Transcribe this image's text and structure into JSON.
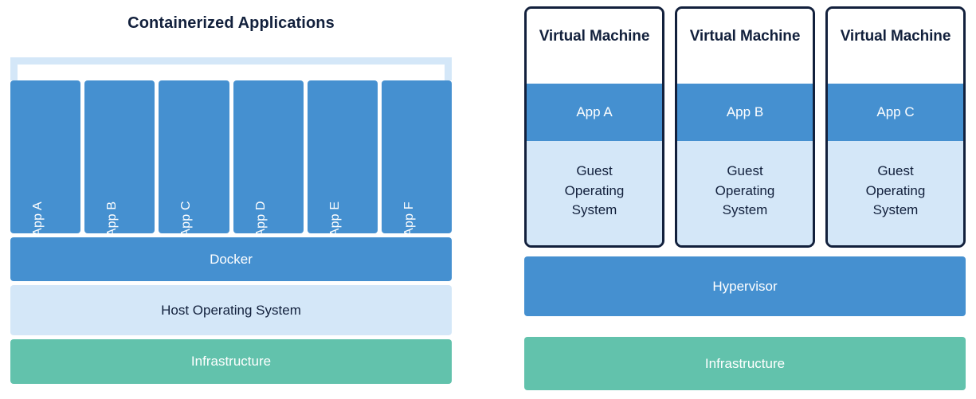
{
  "diagram": {
    "type": "architecture-comparison",
    "left": {
      "title": "Containerized Applications",
      "bracket_color": "#d4e7f8",
      "apps": [
        {
          "label": "App A"
        },
        {
          "label": "App B"
        },
        {
          "label": "App C"
        },
        {
          "label": "App D"
        },
        {
          "label": "App E"
        },
        {
          "label": "App F"
        }
      ],
      "layers": [
        {
          "label": "Docker",
          "color": "#4590d0",
          "text_color": "#ffffff"
        },
        {
          "label": "Host Operating System",
          "color": "#d4e7f8",
          "text_color": "#12203c"
        },
        {
          "label": "Infrastructure",
          "color": "#62c2ac",
          "text_color": "#ffffff"
        }
      ]
    },
    "right": {
      "vms": [
        {
          "title": "Virtual Machine",
          "app": "App A",
          "guest_os": "Guest Operating System"
        },
        {
          "title": "Virtual Machine",
          "app": "App B",
          "guest_os": "Guest Operating System"
        },
        {
          "title": "Virtual Machine",
          "app": "App C",
          "guest_os": "Guest Operating System"
        }
      ],
      "layers": [
        {
          "label": "Hypervisor",
          "color": "#4590d0",
          "text_color": "#ffffff"
        },
        {
          "label": "Infrastructure",
          "color": "#62c2ac",
          "text_color": "#ffffff"
        }
      ]
    },
    "colors": {
      "blue": "#4590d0",
      "light_blue": "#d4e7f8",
      "green": "#62c2ac",
      "navy": "#12203c",
      "white": "#ffffff"
    }
  }
}
